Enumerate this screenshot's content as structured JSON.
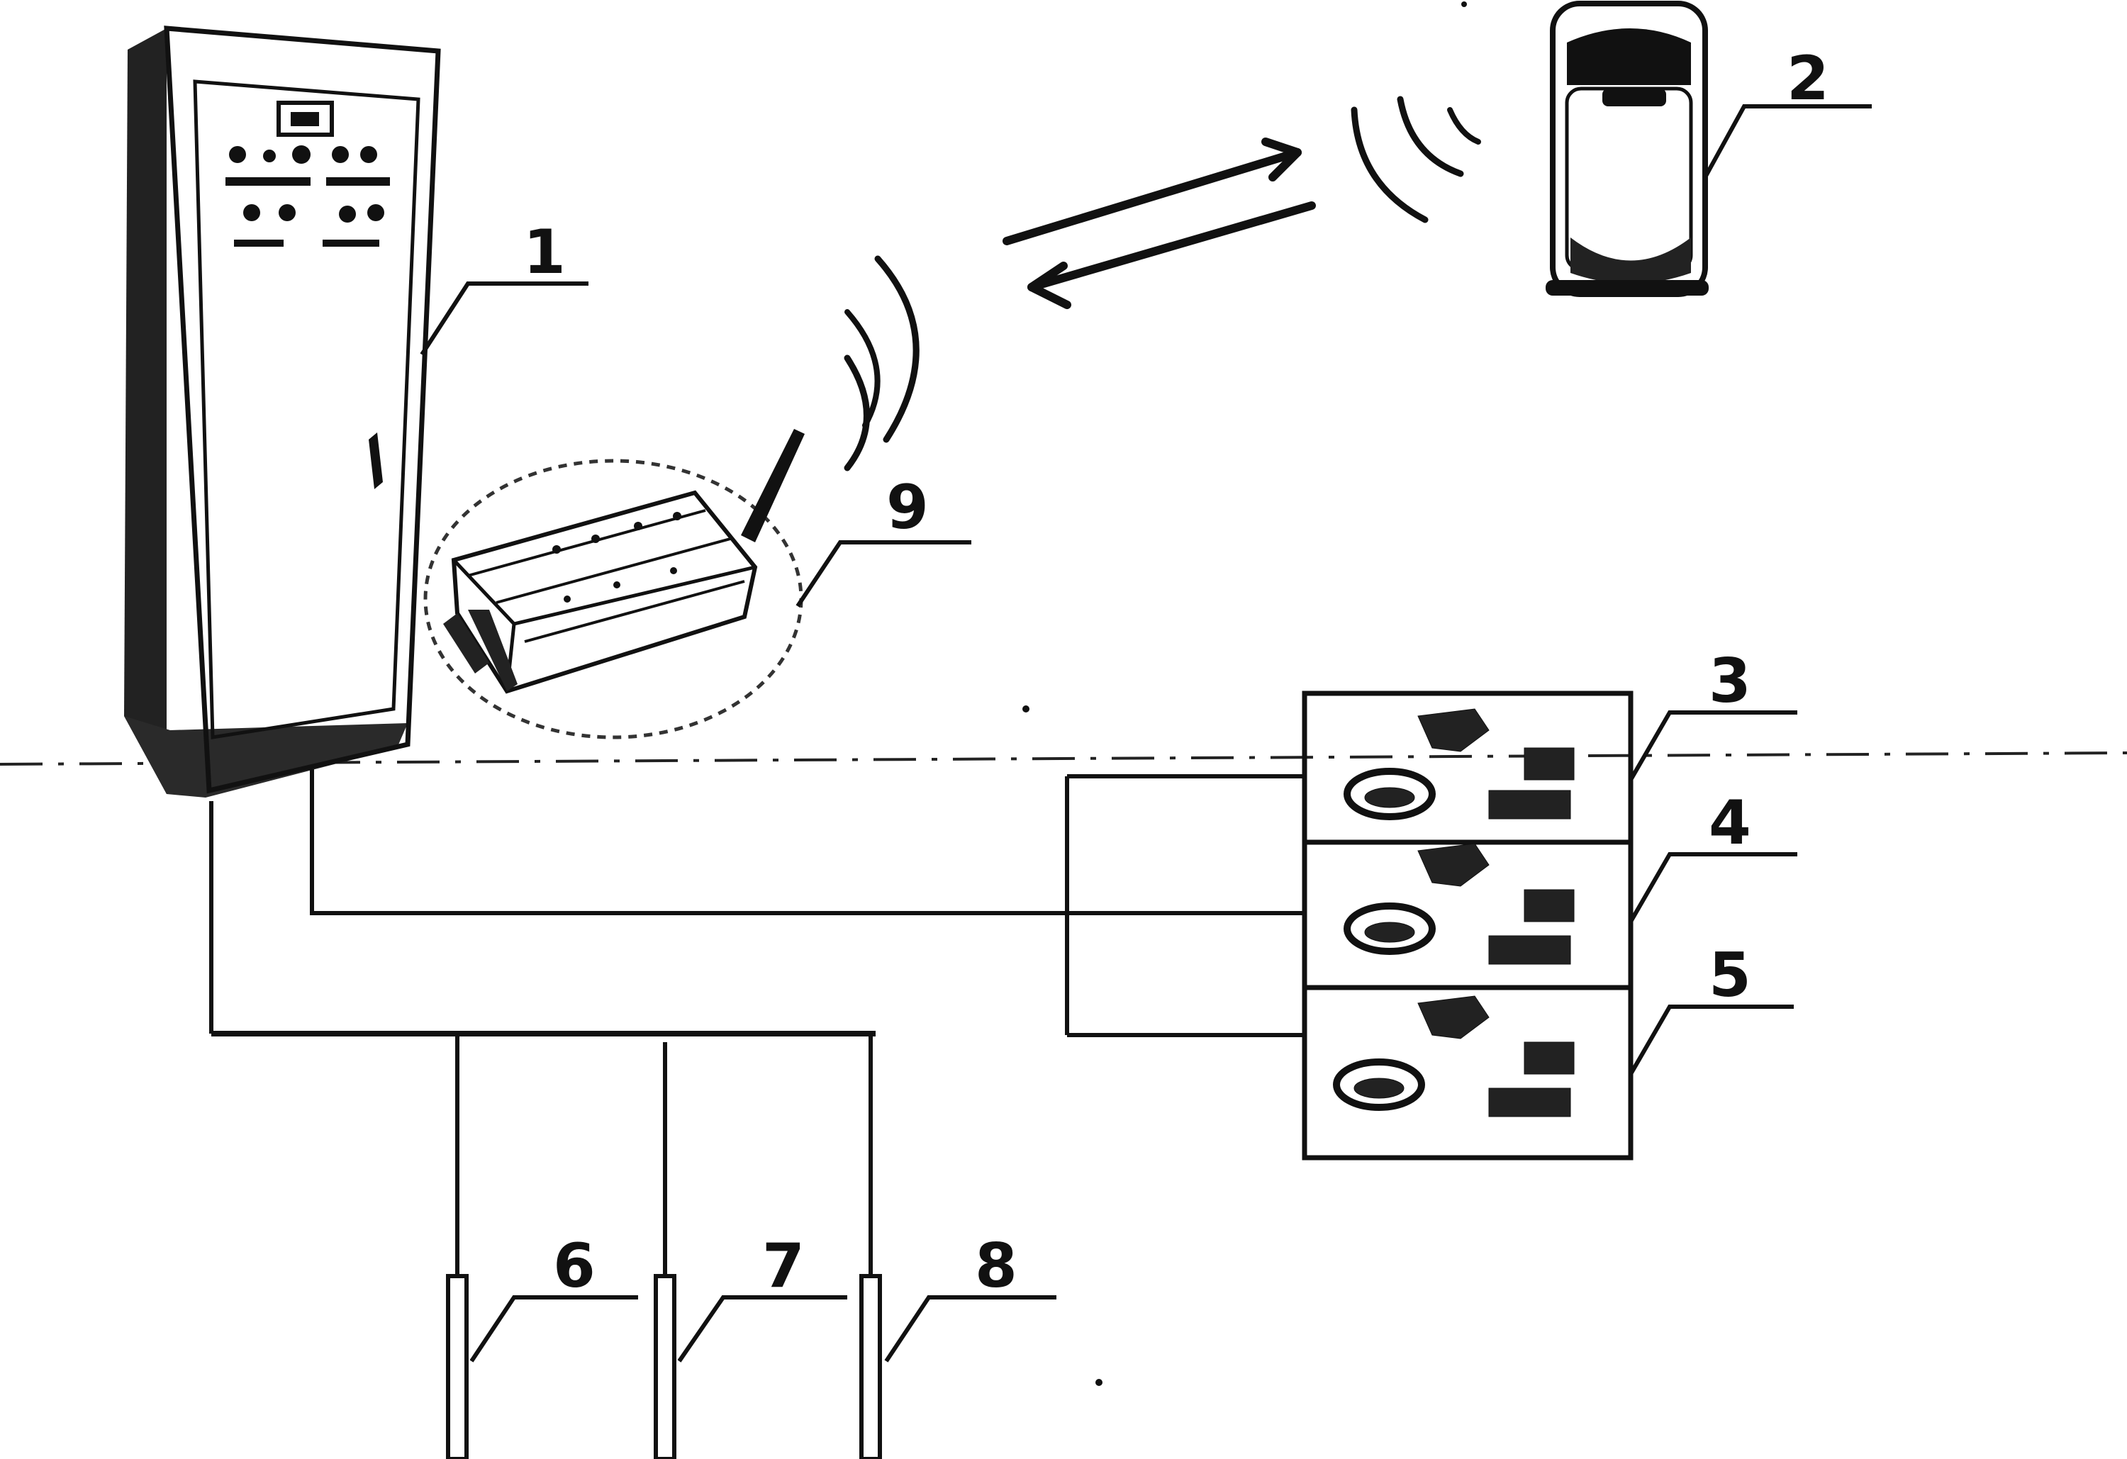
{
  "labels": {
    "cabinet": "1",
    "phone": "2",
    "unit_top": "3",
    "unit_middle": "4",
    "unit_bottom": "5",
    "sensor_left": "6",
    "sensor_middle": "7",
    "sensor_right": "8",
    "wireless_module": "9"
  },
  "colors": {
    "ink": "#111111",
    "background": "#ffffff"
  }
}
